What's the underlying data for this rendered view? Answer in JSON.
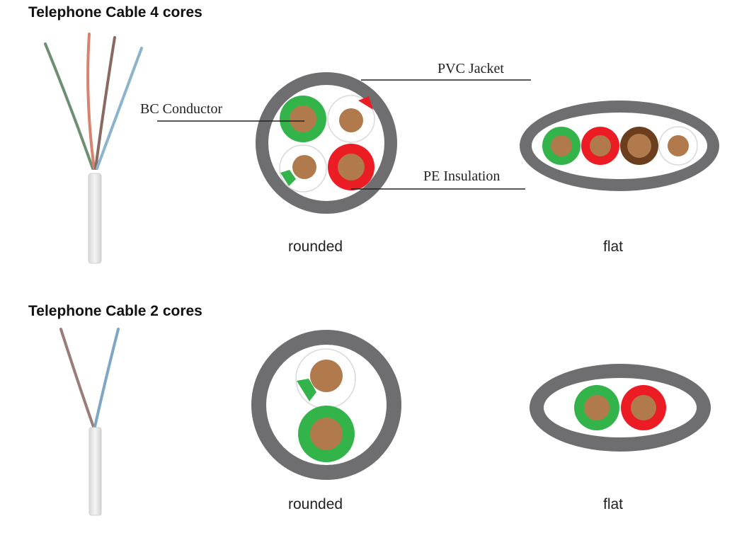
{
  "sections": [
    {
      "title": "Telephone Cable 4 cores",
      "cores": 4,
      "wire_colors": [
        "green",
        "red",
        "brown",
        "blue"
      ],
      "captions": {
        "rounded": "rounded",
        "flat": "flat"
      },
      "rounded_cores": [
        {
          "insulation": "solid-green"
        },
        {
          "insulation": "white-with-red-stripe"
        },
        {
          "insulation": "white-with-green-stripe"
        },
        {
          "insulation": "solid-red"
        }
      ],
      "flat_cores": [
        {
          "insulation": "solid-green"
        },
        {
          "insulation": "solid-red"
        },
        {
          "insulation": "solid-brown"
        },
        {
          "insulation": "white"
        }
      ]
    },
    {
      "title": "Telephone Cable 2 cores",
      "cores": 2,
      "wire_colors": [
        "brown",
        "blue"
      ],
      "captions": {
        "rounded": "rounded",
        "flat": "flat"
      },
      "rounded_cores": [
        {
          "insulation": "white-with-green-stripe"
        },
        {
          "insulation": "solid-green"
        }
      ],
      "flat_cores": [
        {
          "insulation": "solid-green"
        },
        {
          "insulation": "solid-red"
        }
      ]
    }
  ],
  "callouts": {
    "pvc_jacket": "PVC Jacket",
    "bc_conductor": "BC Conductor",
    "pe_insulation": "PE Insulation"
  },
  "colors": {
    "jacket": "#6e6e70",
    "conductor": "#b07a4c",
    "green": "#33b44a",
    "red": "#ec1c24",
    "brown": "#6b3f1e",
    "white_ring": "#d9d9d9",
    "line": "#222222"
  }
}
